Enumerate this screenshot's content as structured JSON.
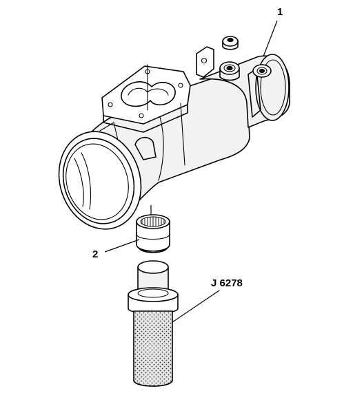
{
  "callouts": {
    "housing": "1",
    "bearing": "2",
    "tool": "J 6278"
  }
}
